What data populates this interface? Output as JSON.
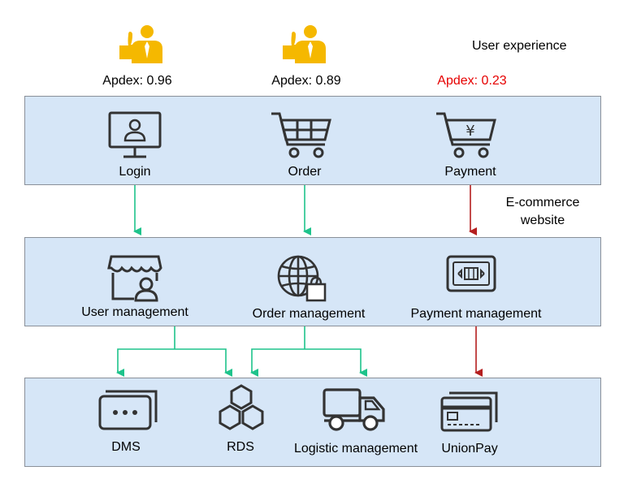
{
  "header": {
    "user_experience_label": "User experience",
    "ecommerce_label_line1": "E-commerce",
    "ecommerce_label_line2": "website"
  },
  "users": [
    {
      "apdex": "Apdex: 0.96",
      "status": "good"
    },
    {
      "apdex": "Apdex: 0.89",
      "status": "good"
    },
    {
      "apdex": "Apdex: 0.23",
      "status": "bad"
    }
  ],
  "website_layer": {
    "items": [
      {
        "label": "Login",
        "icon": "monitor-user-icon"
      },
      {
        "label": "Order",
        "icon": "shopping-cart-icon"
      },
      {
        "label": "Payment",
        "icon": "shopping-cart-yen-icon"
      }
    ]
  },
  "service_layer": {
    "items": [
      {
        "label": "User management",
        "icon": "storefront-user-icon"
      },
      {
        "label": "Order management",
        "icon": "globe-bag-icon"
      },
      {
        "label": "Payment management",
        "icon": "payment-terminal-icon"
      }
    ]
  },
  "infra_layer": {
    "items": [
      {
        "label": "DMS",
        "icon": "server-dots-icon"
      },
      {
        "label": "RDS",
        "icon": "hexagon-cluster-icon"
      },
      {
        "label": "Logistic management",
        "icon": "delivery-truck-icon"
      },
      {
        "label": "UnionPay",
        "icon": "credit-cards-icon"
      }
    ]
  },
  "colors": {
    "thumb_icon": "#f5b800",
    "apdex_bad": "#e60000",
    "arrow_good": "#1ec38b",
    "arrow_bad": "#b41e1e",
    "layer_fill": "#d6e6f7",
    "layer_border": "#8a9099",
    "icon_stroke": "#333333"
  }
}
